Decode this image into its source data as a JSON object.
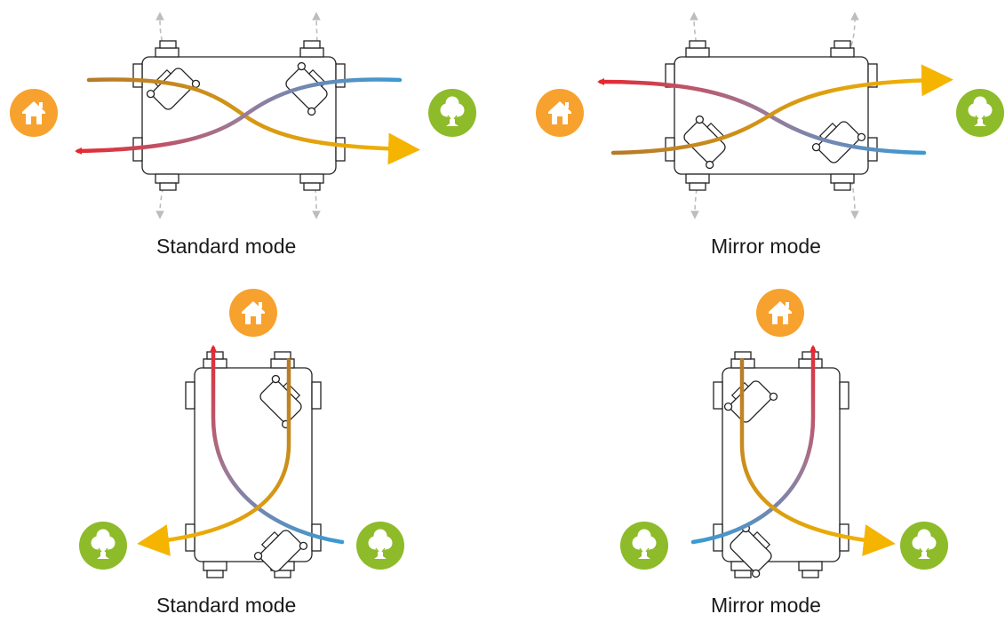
{
  "panels": [
    {
      "caption": "Standard mode",
      "orientation": "horizontal"
    },
    {
      "caption": "Mirror mode",
      "orientation": "horizontal"
    },
    {
      "caption": "Standard mode",
      "orientation": "vertical"
    },
    {
      "caption": "Mirror mode",
      "orientation": "vertical"
    }
  ],
  "icons": {
    "house": "house-icon",
    "tree": "tree-icon"
  },
  "colors": {
    "house_bg": "#F7A22E",
    "tree_bg": "#8DBB2A",
    "supply_warm": "#E8262E",
    "extract_warm": "#B57A2A",
    "exhaust": "#F5B400",
    "outdoor": "#3A9AD4",
    "mixed": "#8E7A9A",
    "duct_hint": "#BDBDBD",
    "unit_outline": "#222222"
  }
}
